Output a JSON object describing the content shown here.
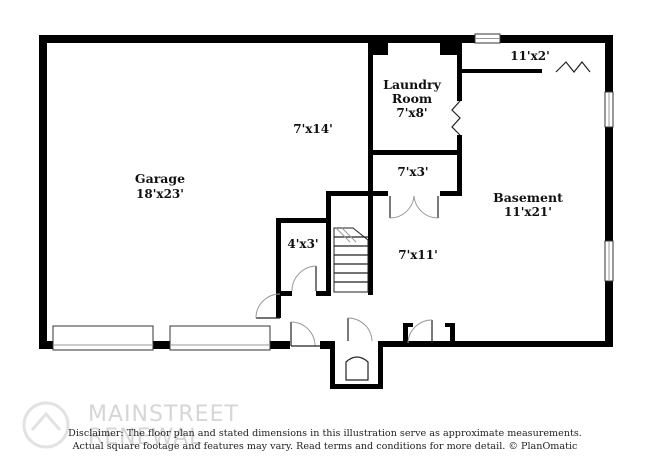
{
  "rooms": {
    "garage": {
      "name": "Garage",
      "dim": "18'x23'"
    },
    "garage_upper": {
      "dim": "7'x14'"
    },
    "laundry": {
      "name_line1": "Laundry",
      "name_line2": "Room",
      "dim": "7'x8'"
    },
    "top_right": {
      "dim": "11'x2'"
    },
    "closet": {
      "dim": "7'x3'"
    },
    "basement": {
      "name": "Basement",
      "dim": "11'x21'"
    },
    "small_closet": {
      "dim": "4'x3'"
    },
    "hall": {
      "dim": "7'x11'"
    }
  },
  "watermark": {
    "line1": "MAINSTREET",
    "line2": "RENEWAL"
  },
  "disclaimer": {
    "line1": "Disclaimer: The floor plan and stated dimensions in this illustration serve as approximate measurements.",
    "line2": "Actual square footage and features may vary. Read terms and conditions for more detail. © PlanOmatic"
  },
  "colors": {
    "wall": "#000000",
    "background": "#ffffff",
    "watermark": "#d6d6d6"
  }
}
